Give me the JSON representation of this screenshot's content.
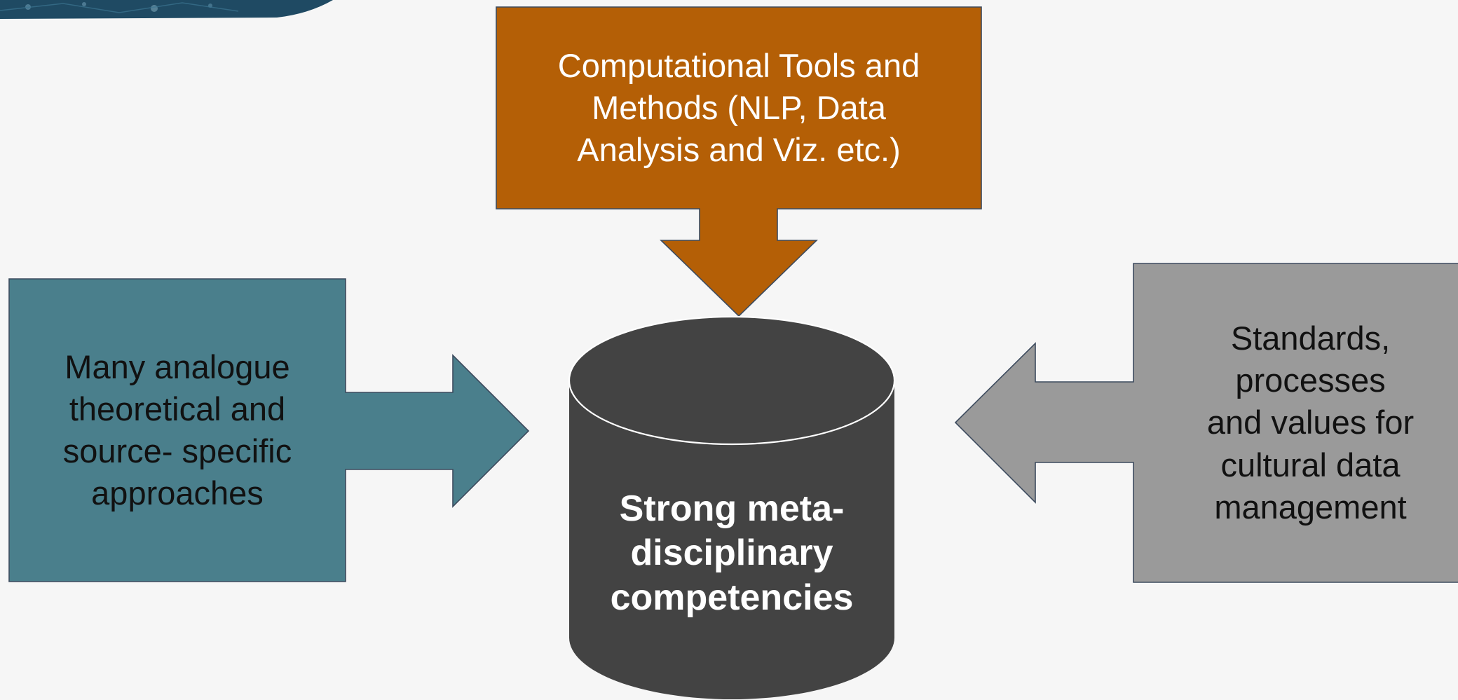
{
  "diagram": {
    "title": "",
    "top_box": {
      "text": "Computational Tools and\nMethods (NLP, Data\nAnalysis and Viz. etc.)",
      "color": "#b45f06"
    },
    "left_box": {
      "text": "Many analogue\ntheoretical and\nsource- specific\napproaches",
      "color": "#4a7f8c"
    },
    "right_box": {
      "text": "Standards,\nprocesses\nand values for\ncultural data\nmanagement",
      "color": "#9a9a9a"
    },
    "center_cylinder": {
      "text": "Strong meta-\ndisciplinary\ncompetencies",
      "color": "#434343"
    },
    "corner_image_icon": "decorative-banner-fragment",
    "edges": [
      {
        "from": "top_box",
        "to": "center_cylinder",
        "direction": "down"
      },
      {
        "from": "left_box",
        "to": "center_cylinder",
        "direction": "right"
      },
      {
        "from": "right_box",
        "to": "center_cylinder",
        "direction": "left"
      }
    ]
  }
}
